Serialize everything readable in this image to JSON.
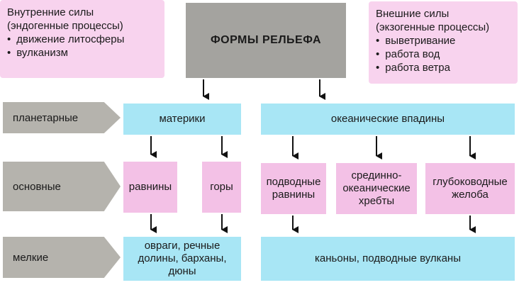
{
  "internal_forces": {
    "title_line1": "Внутренние силы",
    "title_line2": "(эндогенные процессы)",
    "items": [
      "движение литосферы",
      "вулканизм"
    ]
  },
  "external_forces": {
    "title_line1": "Внешние силы",
    "title_line2": "(экзогенные процессы)",
    "items": [
      "выветривание",
      "работа вод",
      "работа ветра"
    ]
  },
  "root": {
    "label": "ФОРМЫ РЕЛЬЕФА"
  },
  "levels": {
    "planetary": "планетарные",
    "basic": "основные",
    "small": "мелкие"
  },
  "planetary": {
    "continents": "материки",
    "ocean_basins": "океанические впадины"
  },
  "basic": {
    "plains": "равнины",
    "mountains": "горы",
    "underwater_plains": "подводные равнины",
    "mid_ocean_ridges": "срединно-океанические хребты",
    "deep_trenches": "глубоководные желоба"
  },
  "small": {
    "continental": "овраги, речные долины, барханы, дюны",
    "oceanic": "каньоны, подводные вулканы"
  }
}
